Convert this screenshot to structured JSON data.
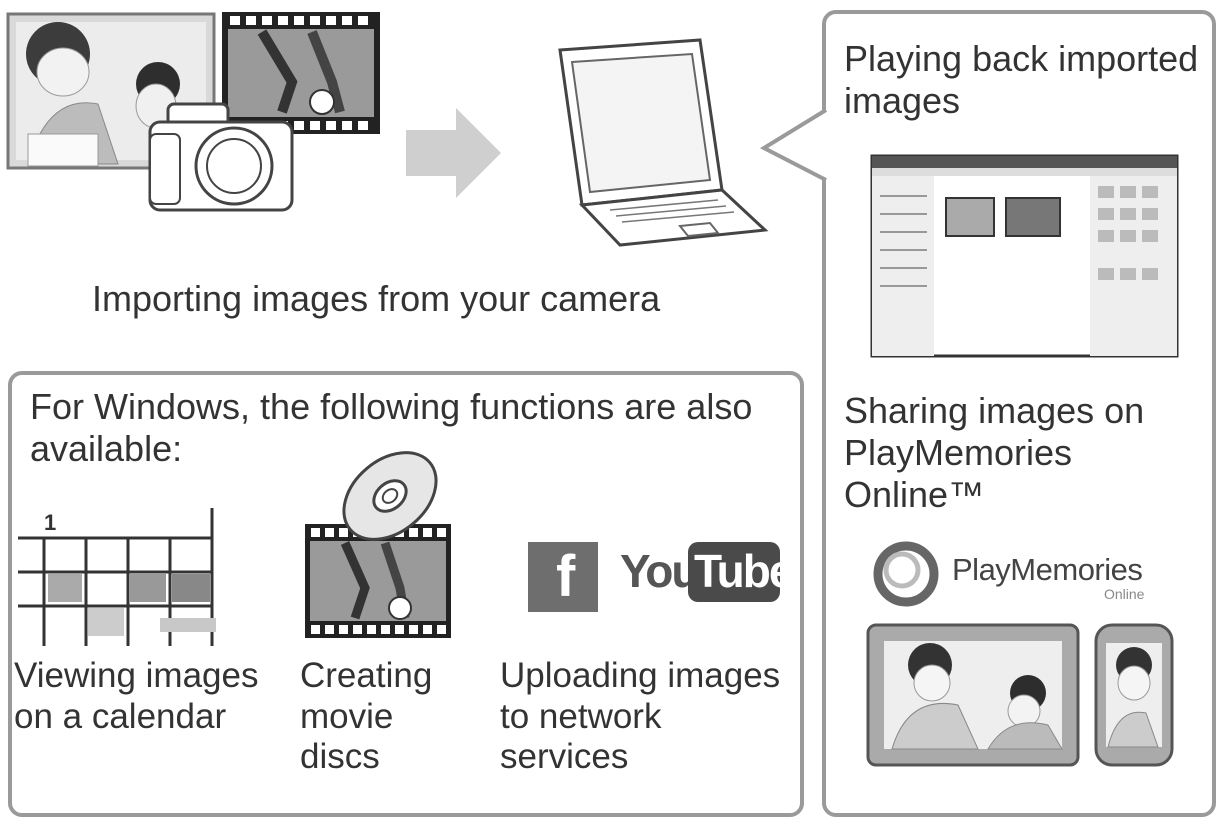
{
  "import_caption": "Importing images from your camera",
  "windows_panel": {
    "heading": "For Windows, the following functions are also available:",
    "features": [
      {
        "label": "Viewing images on a calendar",
        "icon": "calendar-icon"
      },
      {
        "label": "Creating movie discs",
        "icon": "movie-disc-icon"
      },
      {
        "label": "Uploading images to network services",
        "icon": "network-services-icon"
      }
    ],
    "service_logos": {
      "facebook": "f",
      "youtube_left": "You",
      "youtube_right": "Tube"
    }
  },
  "right_panel": {
    "playback_label": "Playing back imported images",
    "sharing_label": "Sharing images on PlayMemories Online™",
    "logo_brand": "PlayMemories",
    "logo_sub": "Online"
  },
  "colors": {
    "text": "#333333",
    "border": "#9a9a9a",
    "arrow": "#cfcfcf",
    "photo_bg": "#bdbdbd"
  }
}
